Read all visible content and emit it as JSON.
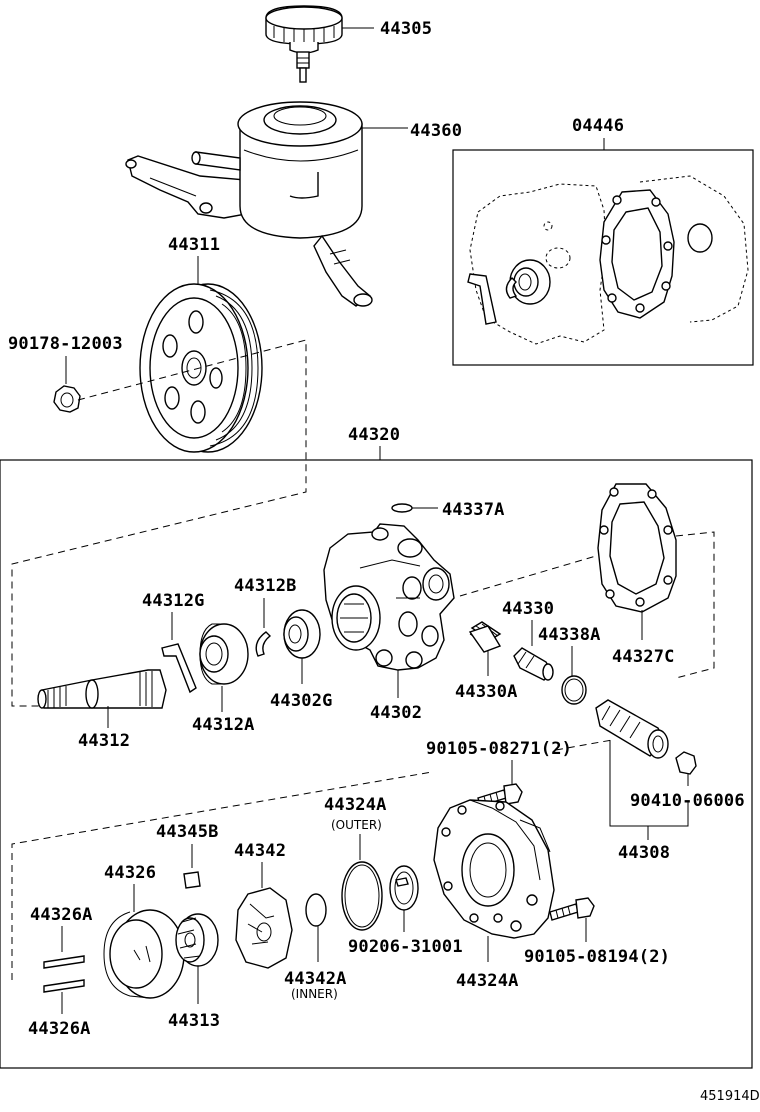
{
  "diagram_id": "451914D",
  "labels": {
    "p44305": "44305",
    "p44360": "44360",
    "p04446": "04446",
    "p44311": "44311",
    "p90178": "90178-12003",
    "p44320": "44320",
    "p44337A": "44337A",
    "p44312G": "44312G",
    "p44312B": "44312B",
    "p44330": "44330",
    "p44338A": "44338A",
    "p44327C": "44327C",
    "p44302G": "44302G",
    "p44302": "44302",
    "p44330A": "44330A",
    "p44312": "44312",
    "p44312A": "44312A",
    "p90105_08271": "90105-08271(2)",
    "p90410": "90410-06006",
    "p44324A_outer": "44324A",
    "p44324A_outer_note": "(OUTER)",
    "p44345B": "44345B",
    "p44342": "44342",
    "p44326": "44326",
    "p44308": "44308",
    "p44326A_top": "44326A",
    "p90206": "90206-31001",
    "p90105_08194": "90105-08194(2)",
    "p44342A": "44342A",
    "p44342A_note": "(INNER)",
    "p44324A": "44324A",
    "p44313": "44313",
    "p44326A_bottom": "44326A"
  }
}
